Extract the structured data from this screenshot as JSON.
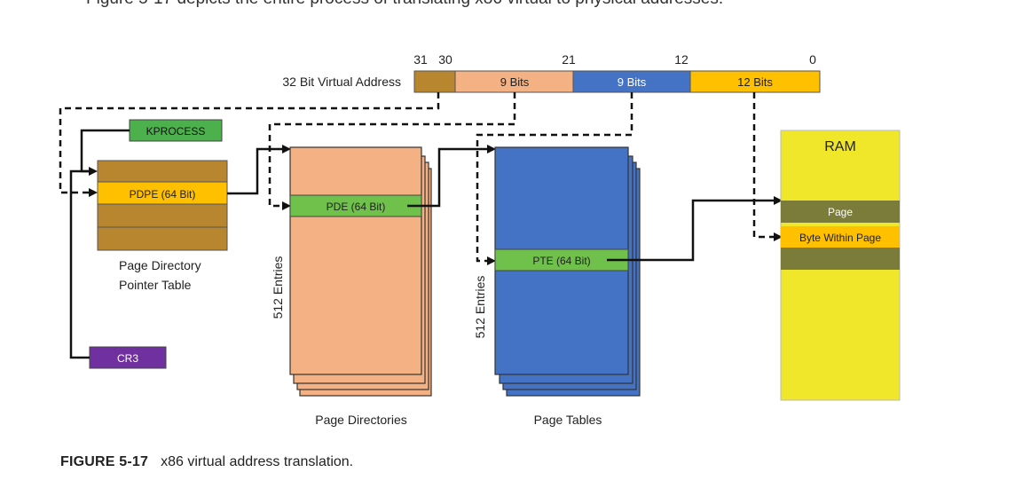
{
  "top_text": "Figure 5-17 depicts the entire process of translating x86 virtual to physical addresses.",
  "virtual_address": {
    "label": "32 Bit Virtual Address",
    "bit_marks": [
      "31",
      "30",
      "21",
      "12",
      "0"
    ],
    "fields": [
      "9 Bits",
      "9 Bits",
      "12 Bits"
    ]
  },
  "kprocess": "KPROCESS",
  "cr3": "CR3",
  "pdpt": {
    "entry": "PDPE (64 Bit)",
    "label_line1": "Page Directory",
    "label_line2": "Pointer Table"
  },
  "page_directories": {
    "entry": "PDE (64 Bit)",
    "entries_label": "512 Entries",
    "label": "Page Directories"
  },
  "page_tables": {
    "entry": "PTE (64 Bit)",
    "entries_label": "512 Entries",
    "label": "Page Tables"
  },
  "ram": {
    "title": "RAM",
    "page": "Page",
    "byte": "Byte Within Page"
  },
  "caption": {
    "figure": "FIGURE 5-17",
    "text": "x86 virtual address translation."
  },
  "colors": {
    "bit_31_30": "#b8862f",
    "bits_21": "#f4b183",
    "bits_12": "#4472c4",
    "bits_0": "#ffc000",
    "kprocess": "#4cb04c",
    "cr3": "#7030a0",
    "entry_green": "#6fc14b",
    "ram": "#f0e62a",
    "ram_page": "#7b7b3a"
  }
}
